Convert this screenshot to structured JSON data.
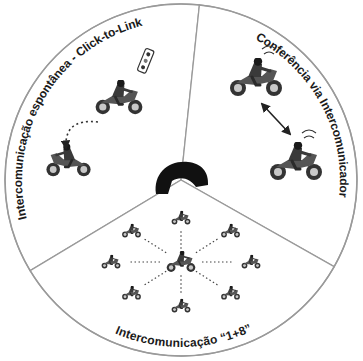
{
  "diagram": {
    "nodes": [
      {
        "text": [
          "Intercomunicação espontânea - Click-to-Link"
        ]
      },
      {
        "text": [
          "Conferência via Intercomunicador"
        ]
      },
      {
        "text": [
          "Intercomunicação “1+8”"
        ]
      }
    ]
  }
}
